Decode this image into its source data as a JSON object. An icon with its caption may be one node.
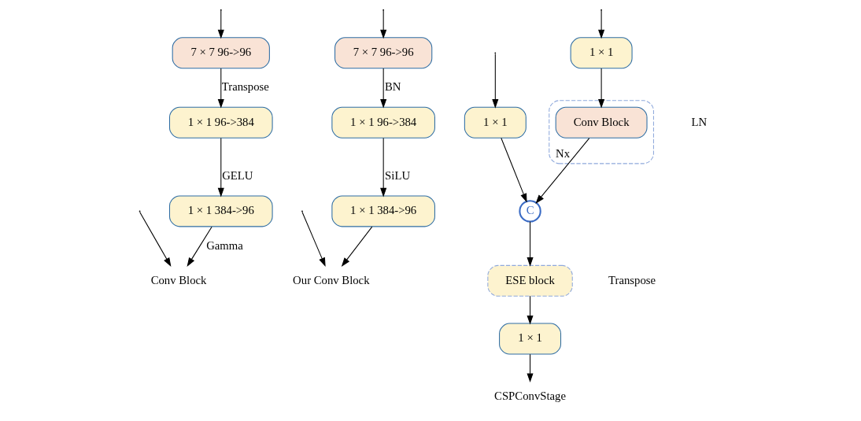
{
  "diagram": {
    "nodes": [
      {
        "text": [
          "7 × 7 96->96"
        ]
      },
      {
        "text": [
          "1 × 1 96->384"
        ]
      },
      {
        "text": [
          "1 × 1 384->96"
        ]
      },
      {
        "text": [
          "Conv Block"
        ]
      },
      {
        "text": [
          "7 × 7 96->96"
        ]
      },
      {
        "text": [
          "1 × 1 96->384"
        ]
      },
      {
        "text": [
          "1 × 1 384->96"
        ]
      },
      {
        "text": [
          "Our Conv Block"
        ]
      },
      {
        "text": [
          "1 × 1"
        ]
      },
      {
        "text": [
          "Nx"
        ]
      },
      {
        "text": [
          "Conv Block"
        ],
        "in": 9
      },
      {
        "text": [
          "1 × 1"
        ]
      },
      {
        "text": [
          "C"
        ]
      },
      {
        "text": [
          "ESE block"
        ]
      },
      {
        "text": [
          "1 × 1"
        ]
      },
      {
        "text": [
          "CSPConvStage"
        ]
      }
    ],
    "edges": [
      {
        "from": null,
        "to": 0,
        "arrow": "to"
      },
      {
        "from": null,
        "to": 3,
        "arrow": "to"
      },
      {
        "from": 0,
        "to": 1,
        "arrow": "to",
        "label": "Transpose"
      },
      {
        "from": 1,
        "to": 2,
        "arrow": "to",
        "label": "GELU"
      },
      {
        "from": 2,
        "to": 3,
        "arrow": "to",
        "label": "Gamma"
      },
      {
        "from": null,
        "to": 4,
        "arrow": "to"
      },
      {
        "from": null,
        "to": 7,
        "arrow": "to"
      },
      {
        "from": 4,
        "to": 5,
        "arrow": "to",
        "label": "BN"
      },
      {
        "from": 5,
        "to": 6,
        "arrow": "to",
        "label": "SiLU"
      },
      {
        "from": 6,
        "to": 7,
        "arrow": "to"
      },
      {
        "from": null,
        "to": 8,
        "arrow": "to"
      },
      {
        "from": null,
        "to": 11,
        "arrow": "to"
      },
      {
        "from": 8,
        "to": 10,
        "arrow": "to"
      },
      {
        "from": 10,
        "to": 12,
        "arrow": "to"
      },
      {
        "from": 11,
        "to": 12,
        "arrow": "to"
      },
      {
        "from": 12,
        "to": 13,
        "arrow": "to"
      },
      {
        "from": 13,
        "to": 14,
        "arrow": "to"
      },
      {
        "from": 14,
        "to": 15,
        "arrow": "to"
      }
    ],
    "labels": [
      "LN",
      "Transpose"
    ]
  }
}
